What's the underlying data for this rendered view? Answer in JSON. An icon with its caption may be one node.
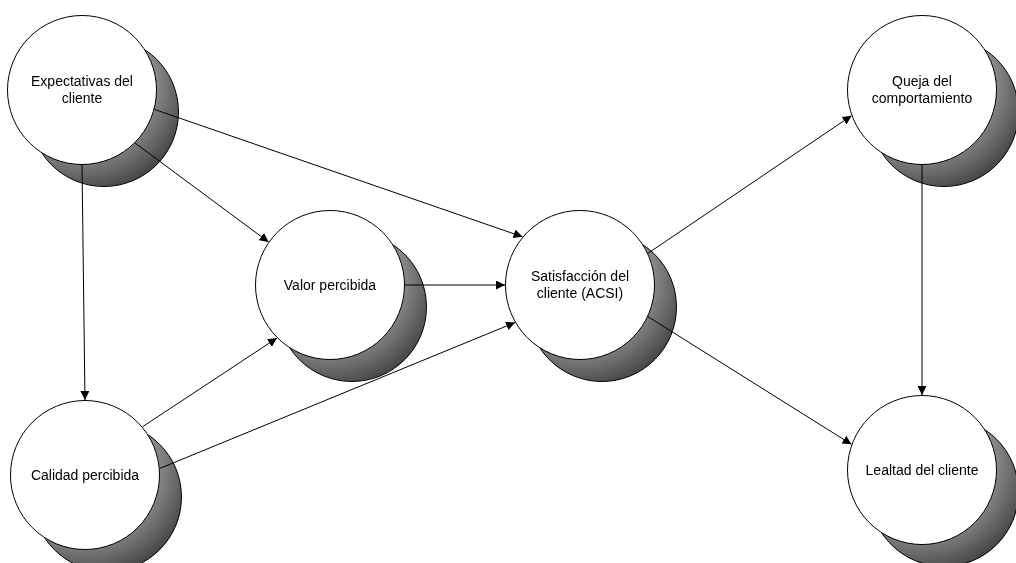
{
  "diagram": {
    "nodes": [
      {
        "text": [
          "Expectativas del cliente"
        ]
      },
      {
        "text": [
          "Calidad percibida"
        ]
      },
      {
        "text": [
          "Valor percibida"
        ]
      },
      {
        "text": [
          "Satisfacción del cliente (ACSI)"
        ]
      },
      {
        "text": [
          "Queja del comportamiento"
        ]
      },
      {
        "text": [
          "Lealtad del cliente"
        ]
      }
    ],
    "edges": [
      {
        "from": 0,
        "to": 1,
        "arrow": "to"
      },
      {
        "from": 0,
        "to": 2,
        "arrow": "to"
      },
      {
        "from": 0,
        "to": 3,
        "arrow": "to"
      },
      {
        "from": 1,
        "to": 2,
        "arrow": "to"
      },
      {
        "from": 1,
        "to": 3,
        "arrow": "to"
      },
      {
        "from": 2,
        "to": 3,
        "arrow": "to"
      },
      {
        "from": 3,
        "to": 4,
        "arrow": "to"
      },
      {
        "from": 3,
        "to": 5,
        "arrow": "to"
      },
      {
        "from": 4,
        "to": 5,
        "arrow": "to"
      }
    ]
  }
}
